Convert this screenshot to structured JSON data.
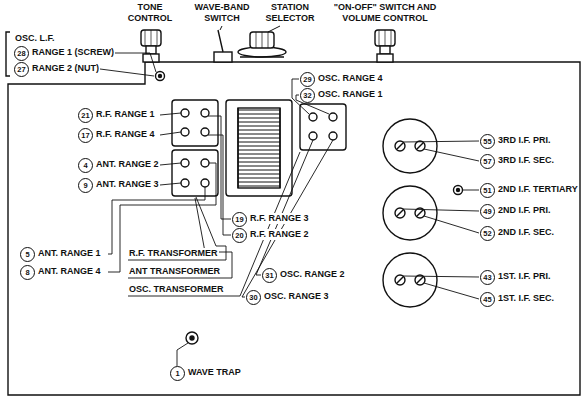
{
  "diagram": {
    "labels": [
      "TONE CONTROL",
      "WAVE-BAND SWITCH",
      "STATION SELECTOR",
      "\"ON-OFF\" SWITCH AND VOLUME CONTROL",
      "OSC. L.F.",
      "28",
      "RANGE 1 (SCREW)",
      "27",
      "RANGE 2 (NUT)",
      "29",
      "OSC. RANGE 4",
      "32",
      "OSC. RANGE 1",
      "21",
      "R.F. RANGE 1",
      "17",
      "R.F. RANGE 4",
      "55",
      "3RD I.F. PRI.",
      "57",
      "3RD I.F. SEC.",
      "51",
      "2ND I.F. TERTIARY",
      "4",
      "ANT. RANGE 2",
      "9",
      "ANT. RANGE 3",
      "19",
      "R.F. RANGE 3",
      "20",
      "R.F. RANGE 2",
      "49",
      "2ND I.F. PRI.",
      "52",
      "2ND I.F. SEC.",
      "5",
      "ANT. RANGE 1",
      "8",
      "ANT. RANGE 4",
      "R.F. TRANSFORMER",
      "ANT TRANSFORMER",
      "OSC. TRANSFORMER",
      "31",
      "OSC. RANGE 2",
      "30",
      "OSC. RANGE 3",
      "43",
      "1ST. I.F. PRI.",
      "45",
      "1ST. I.F. SEC.",
      "1",
      "WAVE TRAP"
    ]
  }
}
